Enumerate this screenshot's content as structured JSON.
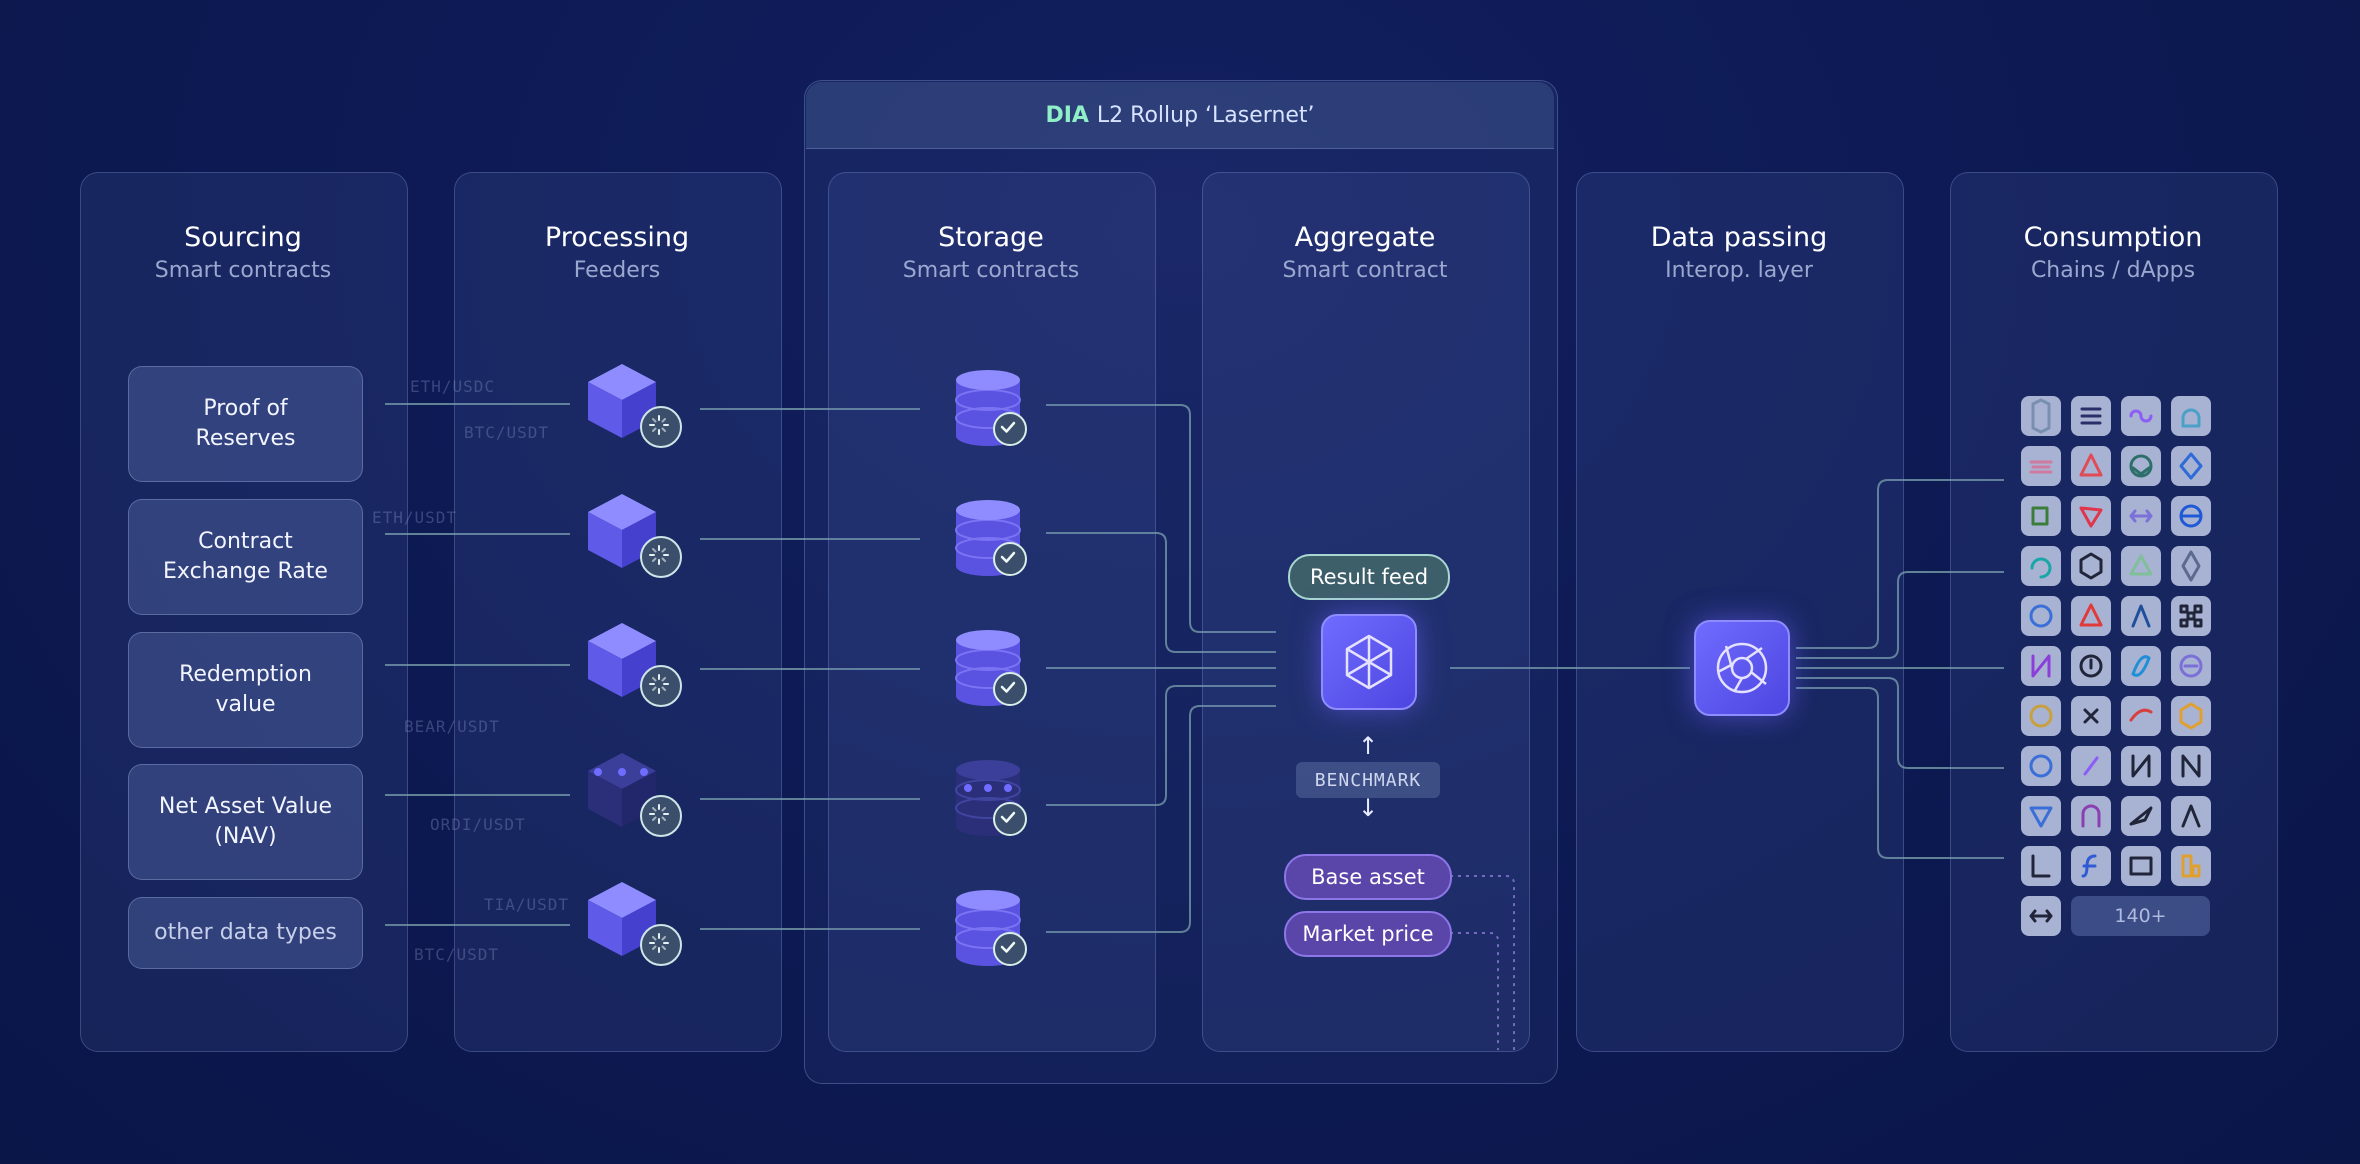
{
  "rollup": {
    "brand": "DIA",
    "title": "L2 Rollup ‘Lasernet’"
  },
  "columns": [
    {
      "title": "Sourcing",
      "subtitle": "Smart contracts"
    },
    {
      "title": "Processing",
      "subtitle": "Feeders"
    },
    {
      "title": "Storage",
      "subtitle": "Smart contracts"
    },
    {
      "title": "Aggregate",
      "subtitle": "Smart contract"
    },
    {
      "title": "Data passing",
      "subtitle": "Interop. layer"
    },
    {
      "title": "Consumption",
      "subtitle": "Chains / dApps"
    }
  ],
  "sources": [
    {
      "label": "Proof of Reserves"
    },
    {
      "label": "Contract Exchange Rate"
    },
    {
      "label": "Redemption value"
    },
    {
      "label": "Net Asset Value (NAV)"
    },
    {
      "label": "other data types"
    }
  ],
  "pairs": [
    "ETH/USDC",
    "BTC/USDT",
    "ETH/USDT",
    "BEAR/USDT",
    "ORDI/USDT",
    "TIA/USDT",
    "BTC/USDT"
  ],
  "aggregate": {
    "result_label": "Result feed",
    "benchmark_label": "BENCHMARK",
    "base_label": "Base asset",
    "market_label": "Market price",
    "arrow_up": "↑",
    "arrow_down": "↓"
  },
  "consumption": {
    "more_label": "140+"
  },
  "colors": {
    "background": "#0d1a55",
    "accent": "#6f6cff",
    "line": "#a8d8cc",
    "pill_purple": "#5a45a8",
    "pill_teal": "#3d5f6a",
    "brand_green": "#8ff0c8"
  }
}
